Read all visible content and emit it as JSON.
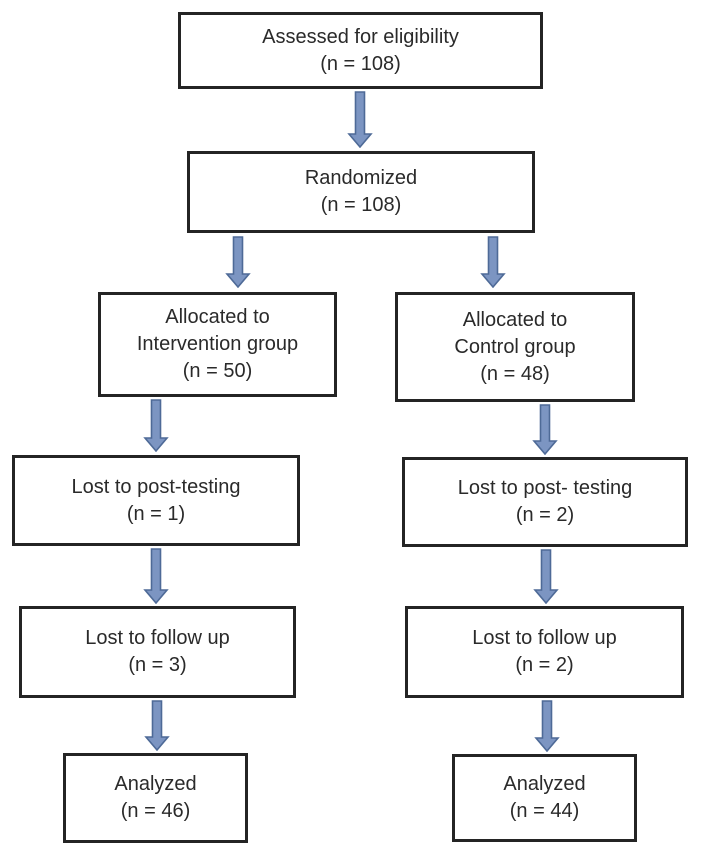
{
  "diagram": {
    "type": "flowchart",
    "description_visible": false
  },
  "boxes": {
    "assessed": {
      "lines": [
        "Assessed for eligibility",
        "(n = 108)"
      ]
    },
    "randomized": {
      "lines": [
        "Randomized",
        "(n = 108)"
      ]
    },
    "allocated_intervention": {
      "lines": [
        "Allocated to",
        "Intervention group",
        "(n = 50)"
      ]
    },
    "allocated_control": {
      "lines": [
        "Allocated to",
        "Control group",
        "(n = 48)"
      ]
    },
    "lost_post_intervention": {
      "lines": [
        "Lost to post-testing",
        "(n = 1)"
      ]
    },
    "lost_post_control": {
      "lines": [
        "Lost to post- testing",
        "(n = 2)"
      ]
    },
    "lost_followup_intervention": {
      "lines": [
        "Lost to follow up",
        "(n = 3)"
      ]
    },
    "lost_followup_control": {
      "lines": [
        "Lost to follow up",
        "(n = 2)"
      ]
    },
    "analyzed_intervention": {
      "lines": [
        "Analyzed",
        "(n = 46)"
      ]
    },
    "analyzed_control": {
      "lines": [
        "Analyzed",
        "(n = 44)"
      ]
    }
  },
  "edges": [
    {
      "from": "assessed",
      "to": "randomized"
    },
    {
      "from": "randomized",
      "to": "allocated_intervention"
    },
    {
      "from": "randomized",
      "to": "allocated_control"
    },
    {
      "from": "allocated_intervention",
      "to": "lost_post_intervention"
    },
    {
      "from": "allocated_control",
      "to": "lost_post_control"
    },
    {
      "from": "lost_post_intervention",
      "to": "lost_followup_intervention"
    },
    {
      "from": "lost_post_control",
      "to": "lost_followup_control"
    },
    {
      "from": "lost_followup_intervention",
      "to": "analyzed_intervention"
    },
    {
      "from": "lost_followup_control",
      "to": "analyzed_control"
    }
  ],
  "colors": {
    "background": "#ffffff",
    "box_fill": "#ffffff",
    "box_border": "#242424",
    "text": "#2a2a2a",
    "arrow_fill": "#7c95c2",
    "arrow_outline": "#4e6a97"
  }
}
